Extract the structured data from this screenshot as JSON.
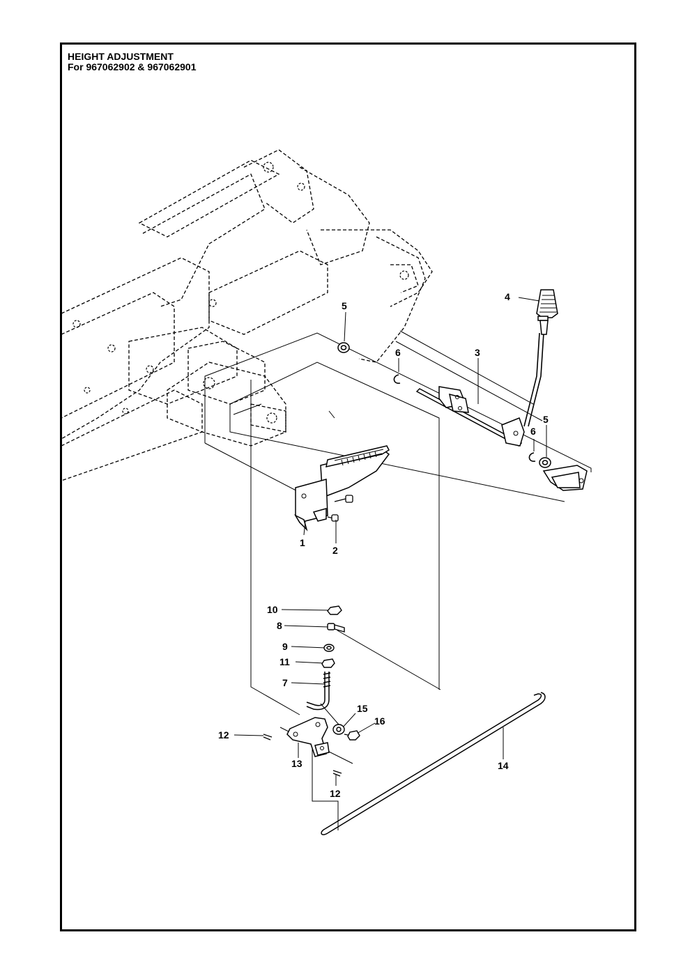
{
  "header": {
    "title": "HEIGHT ADJUSTMENT",
    "subtitle": "For 967062902 & 967062901"
  },
  "callouts": {
    "c1": "1",
    "c2": "2",
    "c3": "3",
    "c4": "4",
    "c5a": "5",
    "c5b": "5",
    "c6a": "6",
    "c6b": "6",
    "c7": "7",
    "c8": "8",
    "c9": "9",
    "c10": "10",
    "c11": "11",
    "c12a": "12",
    "c12b": "12",
    "c13": "13",
    "c14": "14",
    "c15": "15",
    "c16": "16"
  },
  "colors": {
    "ink": "#000000",
    "background": "#ffffff"
  }
}
